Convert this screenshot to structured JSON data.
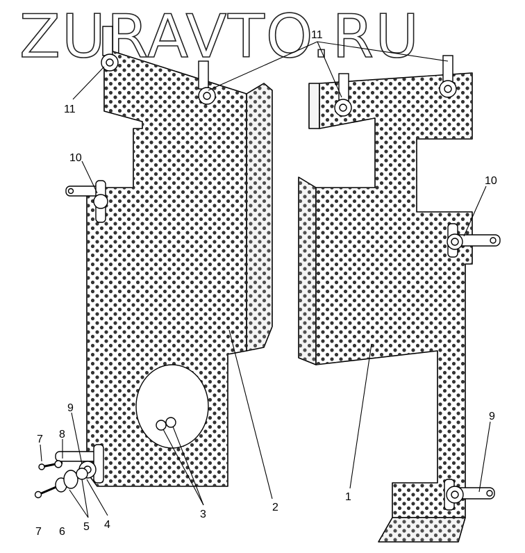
{
  "watermark": "ZURAVTO.RU",
  "colors": {
    "line": "#000000",
    "background": "#ffffff",
    "hole": "#333333"
  },
  "callouts": {
    "left": {
      "n11": "11",
      "n10": "10",
      "n9": "9",
      "n8": "8",
      "n7a": "7",
      "n7b": "7",
      "n6": "6",
      "n5": "5",
      "n4": "4",
      "n3": "3",
      "n2": "2"
    },
    "right": {
      "n11": "11",
      "n10": "10",
      "n9": "9",
      "n1": "1"
    }
  }
}
